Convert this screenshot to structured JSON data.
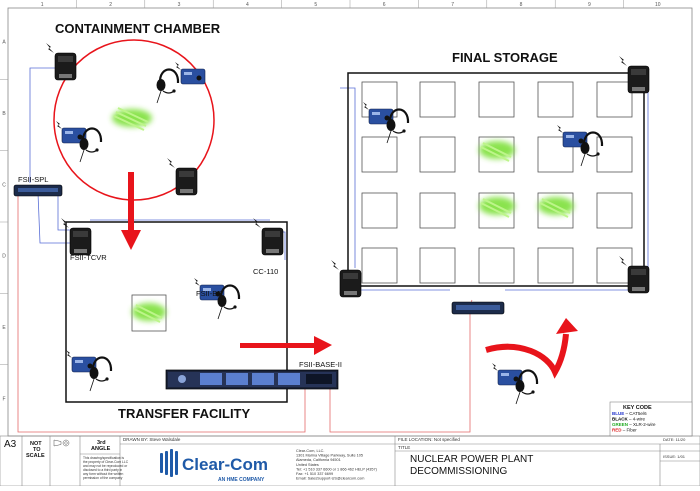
{
  "grid": {
    "columns": [
      "1",
      "2",
      "3",
      "4",
      "5",
      "6",
      "7",
      "8",
      "9",
      "10"
    ],
    "rows": [
      "A",
      "B",
      "C",
      "D",
      "E",
      "F"
    ]
  },
  "areas": {
    "containment": "CONTAINMENT CHAMBER",
    "final_storage": "FINAL STORAGE",
    "transfer": "TRANSFER FACILITY"
  },
  "device_labels": {
    "spl": "FSII-SPL",
    "tcvr": "FSII-TCVR",
    "bp": "FSII-BP",
    "cc110": "CC-110",
    "base": "FSII-BASE-II"
  },
  "key_code": {
    "title": "KEY CODE",
    "items": [
      {
        "name": "BLUE",
        "text": " – CAT5e/6",
        "color": "#2233cc"
      },
      {
        "name": "BLACK",
        "text": " – 4-wire",
        "color": "#000000"
      },
      {
        "name": "GREEN",
        "text": " – XLR-2-wire",
        "color": "#22aa22"
      },
      {
        "name": "RED",
        "text": " – Fiber",
        "color": "#dd2222"
      }
    ]
  },
  "title_block": {
    "size": "A3",
    "scale": "NOT TO SCALE",
    "angle": "3rd ANGLE",
    "notice": "This drawing/specification is the property of Clear-Com LLC and may not be reproduced or disclosed to a third party in any form without the written permission of the company",
    "drawn_by": "DRAWN BY: Steve Walsdale",
    "logo_text": "Clear-Com",
    "logo_sub": "AN HME COMPANY",
    "address": [
      "Clear-Com, LLC.",
      "1301 Marina Village Parkway, Suite 105",
      "Alameda, California 94501",
      "United States",
      "Tel: +1 510 337 6600 or 1 866 462 HELP (4357)",
      "Fax: +1 510 337 6699",
      "Email: SalesSupport-US@clearcom.com"
    ],
    "file_location": "FILE LOCATION: Not specified",
    "title_label": "TITLE",
    "title_line1": "NUCLEAR POWER PLANT",
    "title_line2": "DECOMMISSIONING",
    "date": "DATE: 11/20",
    "issue": "ISSUE: 1/01"
  },
  "colors": {
    "red": "#e8141b",
    "blue_line": "#5a6fd6",
    "red_line": "#e46a6a",
    "device_blue": "#2a4fa0",
    "glow_green": "#7ee03a",
    "logo_blue": "#1f5aa8"
  }
}
